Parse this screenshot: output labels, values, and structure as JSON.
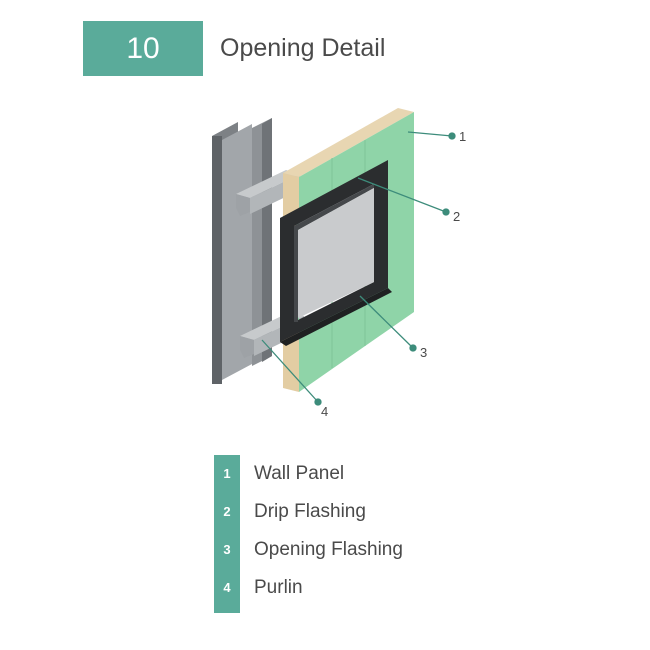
{
  "header": {
    "number": "10",
    "title": "Opening Detail"
  },
  "callouts": [
    "1",
    "2",
    "3",
    "4"
  ],
  "legend": [
    {
      "num": "1",
      "label": "Wall Panel"
    },
    {
      "num": "2",
      "label": "Drip Flashing"
    },
    {
      "num": "3",
      "label": "Opening Flashing"
    },
    {
      "num": "4",
      "label": "Purlin"
    }
  ],
  "colors": {
    "accent": "#5aab9a",
    "panel_face": "#8fd4a8",
    "panel_edge": "#e8d6b2",
    "steel": "#8e9296",
    "frame": "#2b2d2f",
    "glass": "#c9cbcd",
    "text": "#4a4a4a"
  }
}
